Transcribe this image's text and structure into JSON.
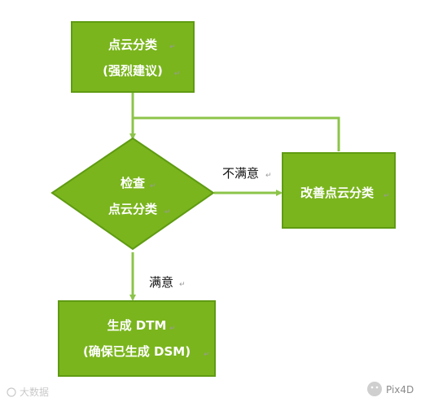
{
  "colors": {
    "node_fill": "#7ab51d",
    "node_border": "#5f9b12",
    "arrow": "#8cc44a",
    "label_text": "#ffffff",
    "edge_text": "#111111"
  },
  "nodes": {
    "classify": {
      "line1": "点云分类",
      "line2": "(强烈建议)"
    },
    "check": {
      "line1": "检查",
      "line2": "点云分类"
    },
    "improve": {
      "label": "改善点云分类"
    },
    "generate": {
      "line1": "生成 DTM",
      "line2": "(确保已生成 DSM)"
    }
  },
  "edges": {
    "not_satisfied": "不满意",
    "satisfied": "满意"
  },
  "paragraph_mark": "↵",
  "watermarks": {
    "left": "大数据",
    "right": "Pix4D"
  }
}
